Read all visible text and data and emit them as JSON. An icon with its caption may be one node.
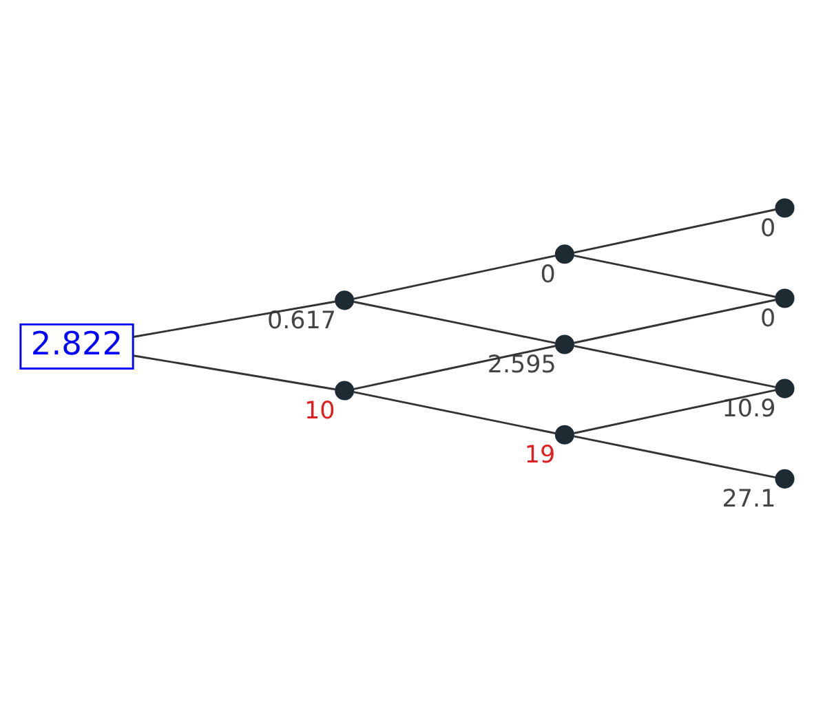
{
  "diagram": {
    "nodes": [
      {
        "text": [
          "2.822"
        ]
      },
      {
        "text": [
          "0.617"
        ]
      },
      {
        "text": [
          "10"
        ]
      },
      {
        "text": [
          "0"
        ]
      },
      {
        "text": [
          "2.595"
        ]
      },
      {
        "text": [
          "19"
        ]
      },
      {
        "text": [
          "0"
        ]
      },
      {
        "text": [
          "0"
        ]
      },
      {
        "text": [
          "10.9"
        ]
      },
      {
        "text": [
          "27.1"
        ]
      }
    ],
    "edges": [
      {
        "from": 0,
        "to": 1,
        "arrow": "none"
      },
      {
        "from": 0,
        "to": 2,
        "arrow": "none"
      },
      {
        "from": 1,
        "to": 3,
        "arrow": "none"
      },
      {
        "from": 1,
        "to": 4,
        "arrow": "none"
      },
      {
        "from": 2,
        "to": 4,
        "arrow": "none"
      },
      {
        "from": 2,
        "to": 5,
        "arrow": "none"
      },
      {
        "from": 3,
        "to": 6,
        "arrow": "none"
      },
      {
        "from": 3,
        "to": 7,
        "arrow": "none"
      },
      {
        "from": 4,
        "to": 7,
        "arrow": "none"
      },
      {
        "from": 4,
        "to": 8,
        "arrow": "none"
      },
      {
        "from": 5,
        "to": 8,
        "arrow": "none"
      },
      {
        "from": 5,
        "to": 9,
        "arrow": "none"
      }
    ]
  }
}
